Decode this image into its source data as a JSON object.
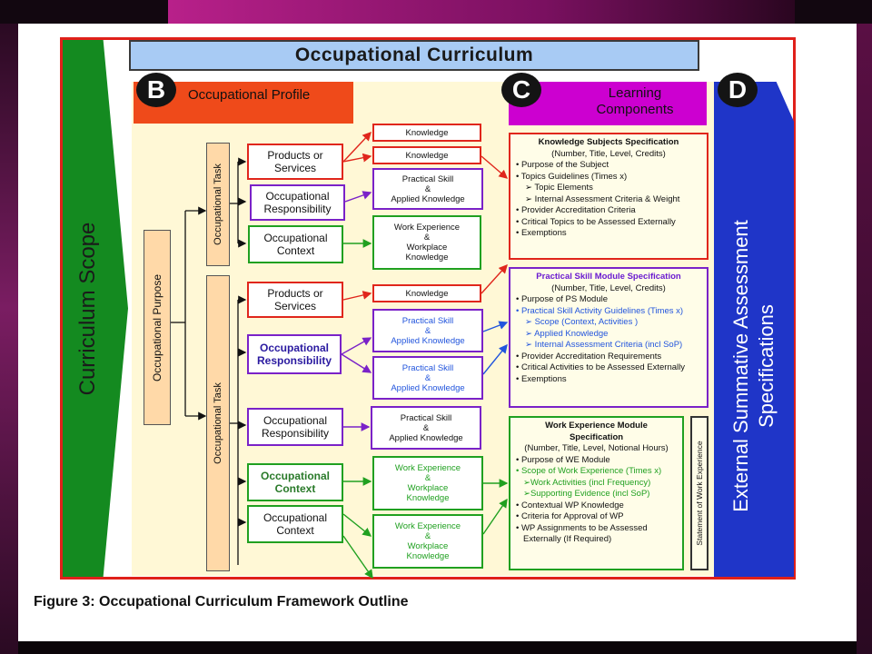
{
  "header": {
    "title": "Occupational Curriculum"
  },
  "sides": {
    "scope": "Curriculum Scope",
    "external_line1": "External Summative Assessment",
    "external_line2": "Specifications"
  },
  "sections": {
    "b": {
      "letter": "B",
      "label": "Occupational Profile"
    },
    "c": {
      "letter": "C",
      "label_line1": "Learning",
      "label_line2": "Components"
    },
    "d": {
      "letter": "D"
    }
  },
  "purpose": "Occupational Purpose",
  "tasks": [
    "Occupational Task",
    "Occupational Task"
  ],
  "profile": [
    {
      "line1": "Products or",
      "line2": "Services"
    },
    {
      "line1": "Occupational",
      "line2": "Responsibility"
    },
    {
      "line1": "Occupational",
      "line2": "Context"
    },
    {
      "line1": "Products or",
      "line2": "Services"
    },
    {
      "line1": "Occupational",
      "line2": "Responsibility"
    },
    {
      "line1": "Occupational",
      "line2": "Responsibility"
    },
    {
      "line1": "Occupational",
      "line2": "Context"
    },
    {
      "line1": "Occupational",
      "line2": "Context"
    }
  ],
  "components": [
    {
      "line1": "Knowledge"
    },
    {
      "line1": "Knowledge"
    },
    {
      "line1": "Practical Skill",
      "line2": "&",
      "line3": "Applied Knowledge"
    },
    {
      "line1": "Work Experience",
      "line2": "&",
      "line3": "Workplace",
      "line4": "Knowledge"
    },
    {
      "line1": "Knowledge"
    },
    {
      "line1": "Practical Skill",
      "line2": "&",
      "line3": "Applied Knowledge"
    },
    {
      "line1": "Practical Skill",
      "line2": "&",
      "line3": "Applied Knowledge"
    },
    {
      "line1": "Practical Skill",
      "line2": "&",
      "line3": "Applied Knowledge"
    },
    {
      "line1": "Work Experience",
      "line2": "&",
      "line3": "Workplace",
      "line4": "Knowledge"
    },
    {
      "line1": "Work Experience",
      "line2": "&",
      "line3": "Workplace",
      "line4": "Knowledge"
    }
  ],
  "spec_knowledge": {
    "title": "Knowledge Subjects Specification",
    "sub": "(Number, Title, Level, Credits)",
    "l1": "• Purpose of the Subject",
    "l2": "• Topics Guidelines (Times x)",
    "l3": "➢ Topic Elements",
    "l4": "➢ Internal Assessment Criteria & Weight",
    "l5": "• Provider Accreditation Criteria",
    "l6": "• Critical Topics to be Assessed Externally",
    "l7": "• Exemptions"
  },
  "spec_practical": {
    "title": "Practical Skill Module Specification",
    "sub": "(Number, Title, Level, Credits)",
    "l1": "• Purpose of PS Module",
    "l2": "• Practical Skill Activity Guidelines (Times x)",
    "l3": "➢ Scope (Context, Activities )",
    "l4": "➢ Applied Knowledge",
    "l5": "➢ Internal Assessment Criteria (incl SoP)",
    "l6": "• Provider Accreditation Requirements",
    "l7": "• Critical Activities to be Assessed Externally",
    "l8": "• Exemptions"
  },
  "spec_work": {
    "title1": "Work Experience Module",
    "title2": "Specification",
    "sub": "(Number, Title, Level, Notional Hours)",
    "l1": "• Purpose of WE Module",
    "l2": "• Scope of Work Experience (Times x)",
    "l3": "➢Work Activities (incl Frequency)",
    "l4": "➢Supporting Evidence (incl SoP)",
    "l5": "• Contextual WP Knowledge",
    "l6": "• Criteria for Approval of WP",
    "l7": "• WP Assignments to be Assessed",
    "l8": "Externally (If Required)"
  },
  "statement": "Statement of Work Experience",
  "caption": "Figure 3: Occupational Curriculum Framework Outline",
  "colors": {
    "red": "#e0261c",
    "purple": "#7a22c8",
    "green": "#20a020",
    "blue": "#1f35c8",
    "scope_green": "#148a20"
  }
}
